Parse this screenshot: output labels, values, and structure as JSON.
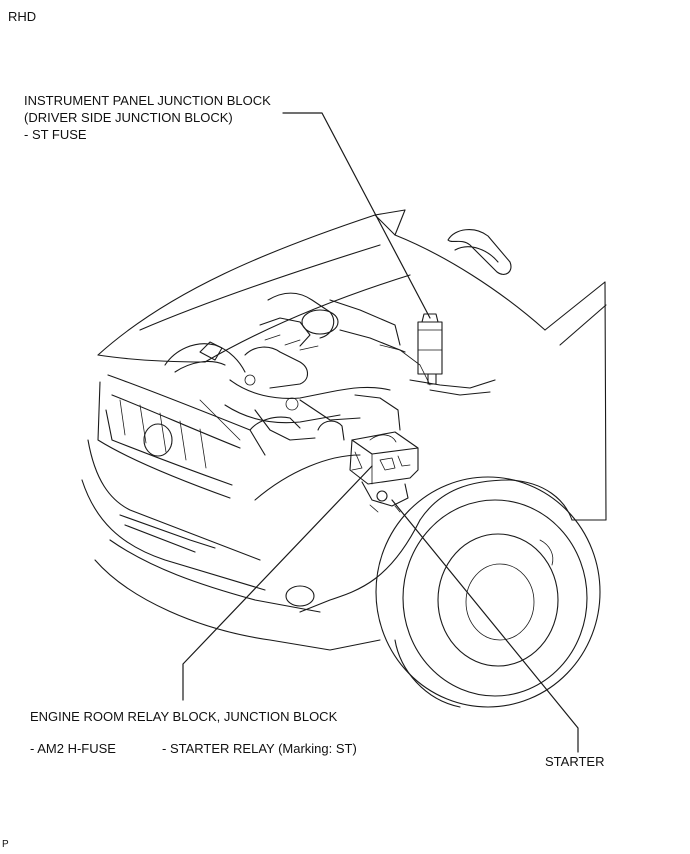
{
  "header": {
    "variant": "RHD"
  },
  "callouts": {
    "instrument_panel": {
      "line1": "INSTRUMENT PANEL JUNCTION BLOCK",
      "line2": "(DRIVER SIDE JUNCTION BLOCK)",
      "line3": "- ST FUSE"
    },
    "engine_room": {
      "title": "ENGINE ROOM RELAY BLOCK, JUNCTION BLOCK",
      "item1": "- AM2 H-FUSE",
      "item2": "- STARTER RELAY (Marking: ST)"
    },
    "starter": {
      "label": "STARTER"
    }
  },
  "footer": {
    "code": "P"
  },
  "colors": {
    "ink": "#1a1a1a",
    "background": "#ffffff"
  },
  "illustration": {
    "subject": "vehicle-front-engine-bay-line-drawing"
  }
}
